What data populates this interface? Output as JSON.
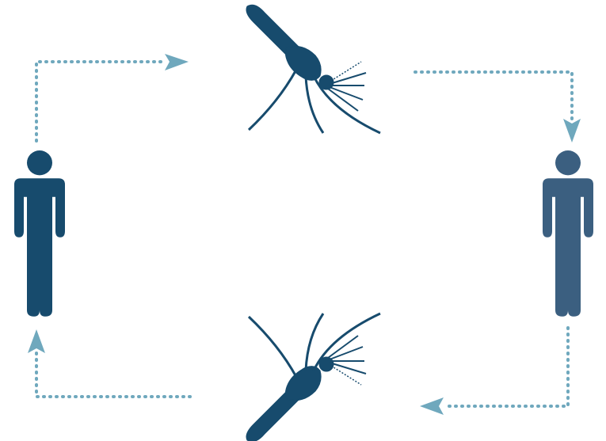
{
  "diagram": {
    "nodes": [
      {
        "id": "human-left",
        "icon": "person-icon"
      },
      {
        "id": "mosquito-top",
        "icon": "mosquito-icon"
      },
      {
        "id": "human-right",
        "icon": "person-icon"
      },
      {
        "id": "mosquito-bottom",
        "icon": "mosquito-icon"
      }
    ],
    "edges": [
      {
        "from": "human-left",
        "to": "mosquito-top"
      },
      {
        "from": "mosquito-top",
        "to": "human-right"
      },
      {
        "from": "human-right",
        "to": "mosquito-bottom"
      },
      {
        "from": "mosquito-bottom",
        "to": "human-left"
      }
    ],
    "colors": {
      "figure_left": "#174b6d",
      "figure_right": "#3b5f80",
      "mosquito": "#174b6d",
      "arrow": "#6fa8bd"
    }
  }
}
